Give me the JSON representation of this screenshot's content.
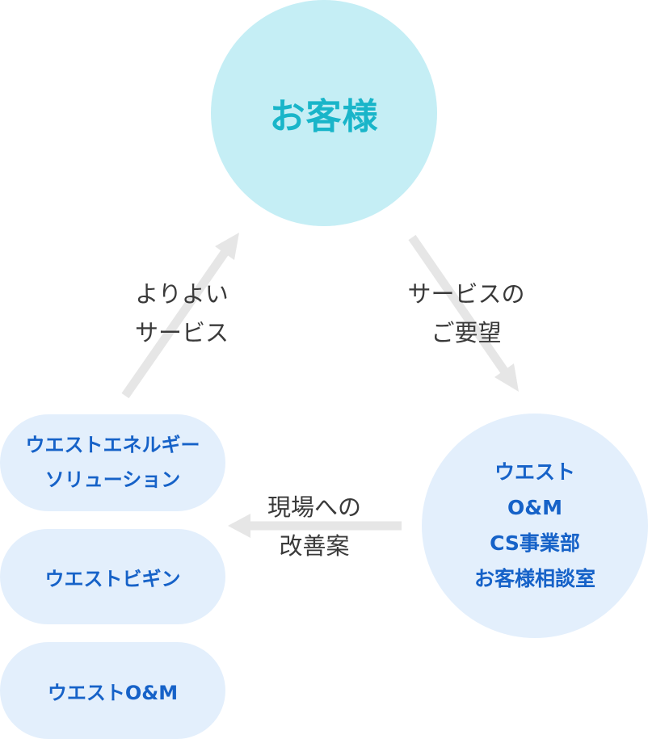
{
  "colors": {
    "customer_fill": "#c5eef5",
    "customer_text": "#19b5c9",
    "group_fill": "#e3effc",
    "group_text": "#1662c8",
    "arrow": "#e6e6e6",
    "label_text": "#3a3a3a"
  },
  "customer": {
    "label": "お客様"
  },
  "om": {
    "lines": [
      "ウエスト",
      "O&M",
      "CS事業部",
      "お客様相談室"
    ]
  },
  "companies": [
    {
      "lines": [
        "ウエストエネルギー",
        "ソリューション"
      ]
    },
    {
      "label": "ウエストビギン"
    },
    {
      "label": "ウエストO&M"
    }
  ],
  "flows": {
    "left": [
      "よりよい",
      "サービス"
    ],
    "right": [
      "サービスの",
      "ご要望"
    ],
    "bottom": [
      "現場への",
      "改善案"
    ]
  }
}
